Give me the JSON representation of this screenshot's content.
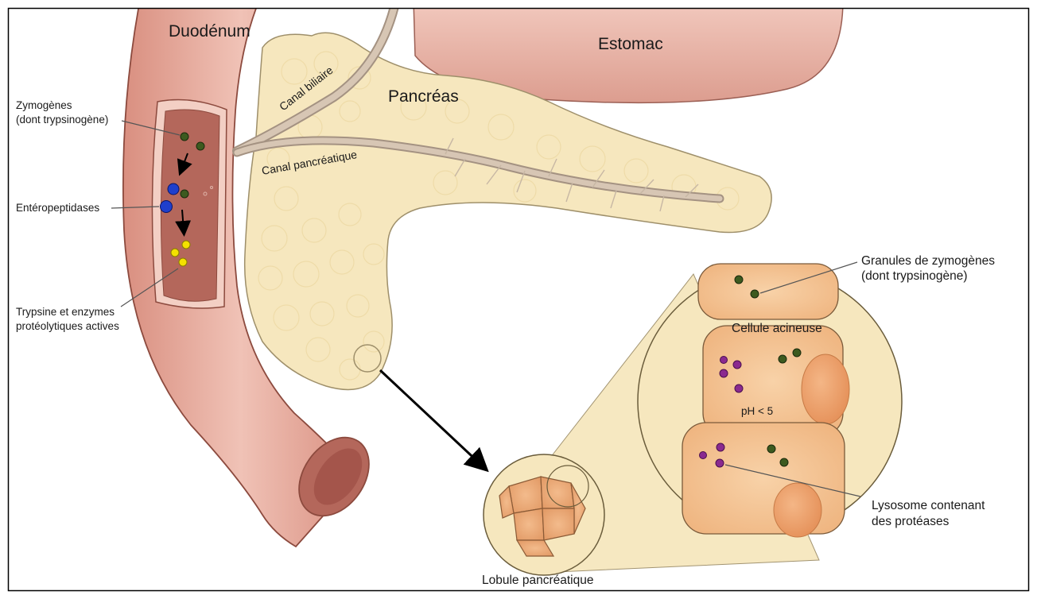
{
  "labels": {
    "duodenum": "Duodénum",
    "estomac": "Estomac",
    "pancreas": "Pancréas",
    "canal_biliaire": "Canal biliaire",
    "canal_pancreatique": "Canal pancréatique",
    "zymogenes_l1": "Zymogènes",
    "zymogenes_l2": "(dont trypsinogène)",
    "enteropeptidases": "Entéropeptidases",
    "trypsine_l1": "Trypsine et enzymes",
    "trypsine_l2": "protéolytiques actives",
    "granules_l1": "Granules de zymogènes",
    "granules_l2": "(dont trypsinogène)",
    "cellule_acineuse": "Cellule acineuse",
    "ph": "pH < 5",
    "lysosome_l1": "Lysosome contenant",
    "lysosome_l2": "des protéases",
    "lobule": "Lobule pancréatique"
  },
  "colors": {
    "duodenum": "#e3a596",
    "duodenum_inner": "#b4675b",
    "stomach": "#e8b4a8",
    "pancreas": "#f6e7be",
    "duct": "#cdbaa8",
    "acinar_cell": "#f3c496",
    "nucleus": "#eca06a",
    "zymogen_granule": "#3d5a1f",
    "enteropeptidase": "#1f3fcc",
    "trypsin": "#f4e100",
    "lysosome": "#8a2a8f"
  }
}
